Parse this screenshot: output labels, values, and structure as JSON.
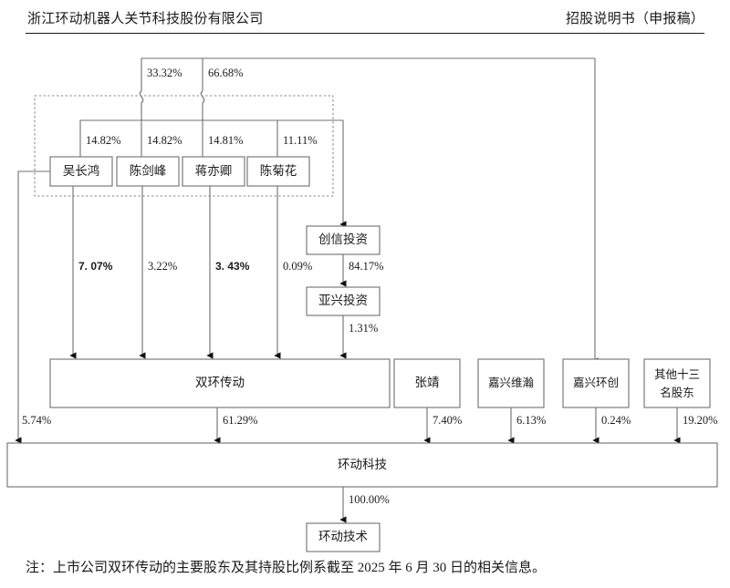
{
  "header": {
    "company": "浙江环动机器人关节科技股份有限公司",
    "doc_type": "招股说明书（申报稿）"
  },
  "footnote": {
    "text": "注：上市公司双环传动的主要股东及其持股比例系截至 2025 年 6 月 30 日的相关信息。"
  },
  "chart_data": {
    "type": "diagram",
    "title": "环动科技股权结构图",
    "nodes": [
      {
        "id": "wuchanghong",
        "label": "吴长鸿"
      },
      {
        "id": "chenjianfeng",
        "label": "陈剑峰"
      },
      {
        "id": "jiangyiqing",
        "label": "蒋亦卿"
      },
      {
        "id": "chenjuhua",
        "label": "陈菊花"
      },
      {
        "id": "chuangxin",
        "label": "创信投资"
      },
      {
        "id": "yaxing",
        "label": "亚兴投资"
      },
      {
        "id": "shuanghuan",
        "label": "双环传动"
      },
      {
        "id": "zhangjing",
        "label": "张靖"
      },
      {
        "id": "jiaxingweihan",
        "label": "嘉兴维瀚"
      },
      {
        "id": "jiaxinghuanchuang",
        "label": "嘉兴环创"
      },
      {
        "id": "othershareholders_l1",
        "label": "其他十三"
      },
      {
        "id": "othershareholders_l2",
        "label": "名股东"
      },
      {
        "id": "huandongkeji",
        "label": "环动科技"
      },
      {
        "id": "huandongjishu",
        "label": "环动技术"
      }
    ],
    "edges": [
      {
        "from": "top-left-branch",
        "to": "chenjianfeng-stem",
        "value": "33.32%"
      },
      {
        "from": "top-right-branch",
        "to": "jiangyiqing-stem",
        "value": "66.68%"
      },
      {
        "from": "distribution-bar",
        "to": "wuchanghong",
        "value": "14.82%"
      },
      {
        "from": "distribution-bar",
        "to": "chenjianfeng",
        "value": "14.82%"
      },
      {
        "from": "distribution-bar",
        "to": "jiangyiqing",
        "value": "14.81%"
      },
      {
        "from": "distribution-bar",
        "to": "chenjuhua",
        "value": "11.11%"
      },
      {
        "from": "wuchanghong",
        "to": "shuanghuan",
        "value": "7. 07%"
      },
      {
        "from": "chenjianfeng",
        "to": "shuanghuan",
        "value": "3.22%"
      },
      {
        "from": "jiangyiqing",
        "to": "shuanghuan",
        "value": "3. 43%"
      },
      {
        "from": "chenjuhua",
        "to": "shuanghuan",
        "value": "0.09%"
      },
      {
        "from": "chuangxin",
        "to": "yaxing",
        "value": "84.17%"
      },
      {
        "from": "yaxing",
        "to": "shuanghuan",
        "value": "1.31%"
      },
      {
        "from": "wuchanghong",
        "to": "huandongkeji",
        "value": "5.74%"
      },
      {
        "from": "shuanghuan",
        "to": "huandongkeji",
        "value": "61.29%"
      },
      {
        "from": "zhangjing",
        "to": "huandongkeji",
        "value": "7.40%"
      },
      {
        "from": "jiaxingweihan",
        "to": "huandongkeji",
        "value": "6.13%"
      },
      {
        "from": "jiaxinghuanchuang",
        "to": "huandongkeji",
        "value": "0.24%"
      },
      {
        "from": "othershareholders",
        "to": "huandongkeji",
        "value": "19.20%"
      },
      {
        "from": "huandongkeji",
        "to": "huandongjishu",
        "value": "100.00%"
      }
    ],
    "percent_labels": {
      "p_3332": "33.32%",
      "p_6668": "66.68%",
      "p_1482a": "14.82%",
      "p_1482b": "14.82%",
      "p_1481": "14.81%",
      "p_1111": "11.11%",
      "p_707": "7. 07%",
      "p_322": "3.22%",
      "p_343": "3. 43%",
      "p_009": "0.09%",
      "p_8417": "84.17%",
      "p_131": "1.31%",
      "p_574": "5.74%",
      "p_6129": "61.29%",
      "p_740": "7.40%",
      "p_613": "6.13%",
      "p_024": "0.24%",
      "p_1920": "19.20%",
      "p_10000": "100.00%"
    },
    "colors": {
      "box_stroke": "#6f6f6f",
      "line": "#6f6f6f",
      "dashed_group": "#8a8a8a",
      "text": "#1a1a1a",
      "background": "#ffffff"
    }
  }
}
